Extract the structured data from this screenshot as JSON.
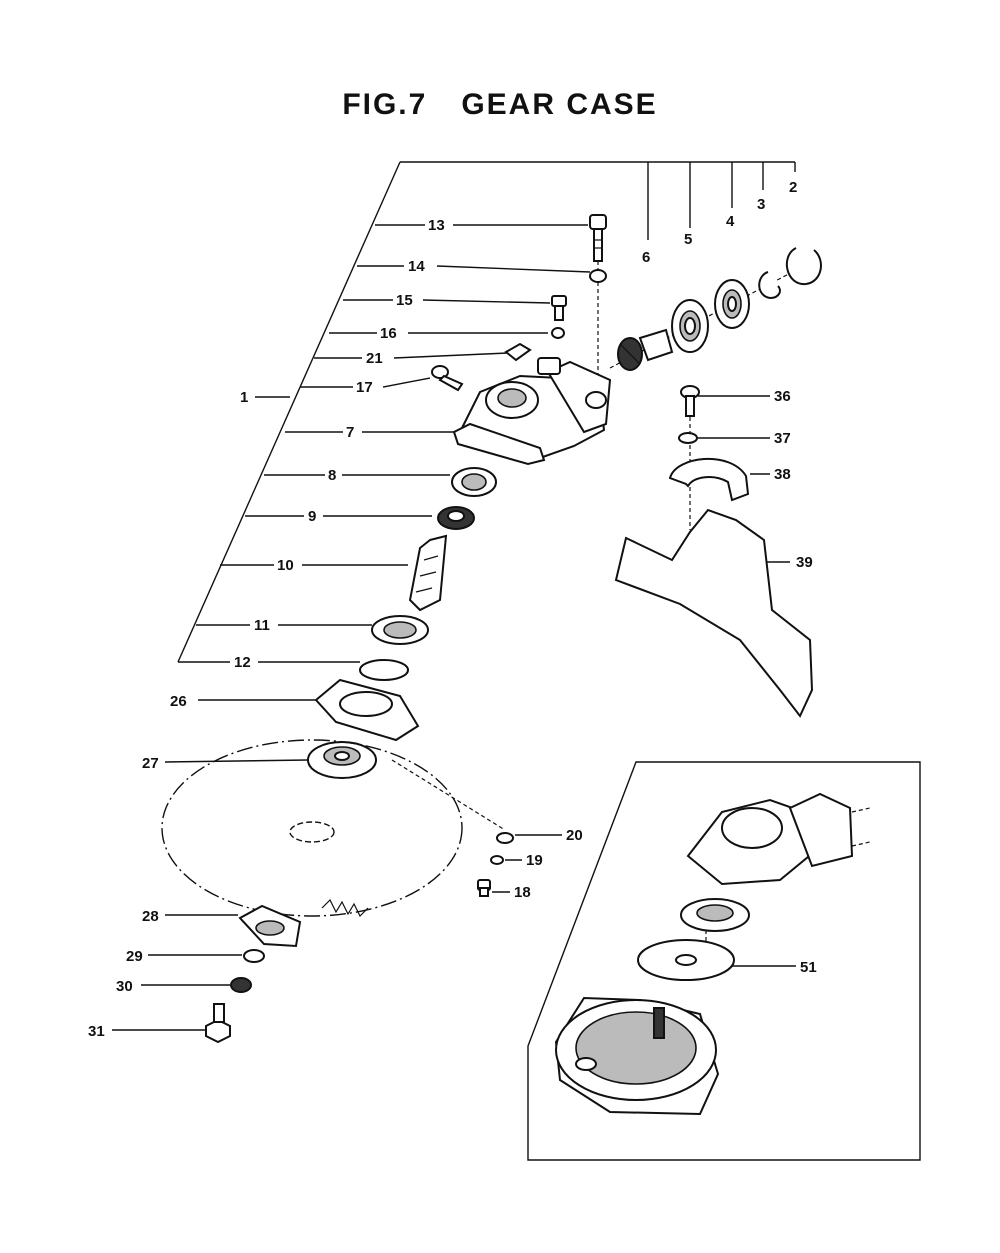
{
  "figure": {
    "fig_label": "FIG.7",
    "title": "GEAR CASE"
  },
  "callouts": {
    "p1": "1",
    "p2": "2",
    "p3": "3",
    "p4": "4",
    "p5": "5",
    "p6": "6",
    "p7": "7",
    "p8": "8",
    "p9": "9",
    "p10": "10",
    "p11": "11",
    "p12": "12",
    "p13": "13",
    "p14": "14",
    "p15": "15",
    "p16": "16",
    "p17": "17",
    "p18": "18",
    "p19": "19",
    "p20": "20",
    "p21": "21",
    "p26": "26",
    "p27": "27",
    "p28": "28",
    "p29": "29",
    "p30": "30",
    "p31": "31",
    "p36": "36",
    "p37": "37",
    "p38": "38",
    "p39": "39",
    "p51": "51"
  }
}
